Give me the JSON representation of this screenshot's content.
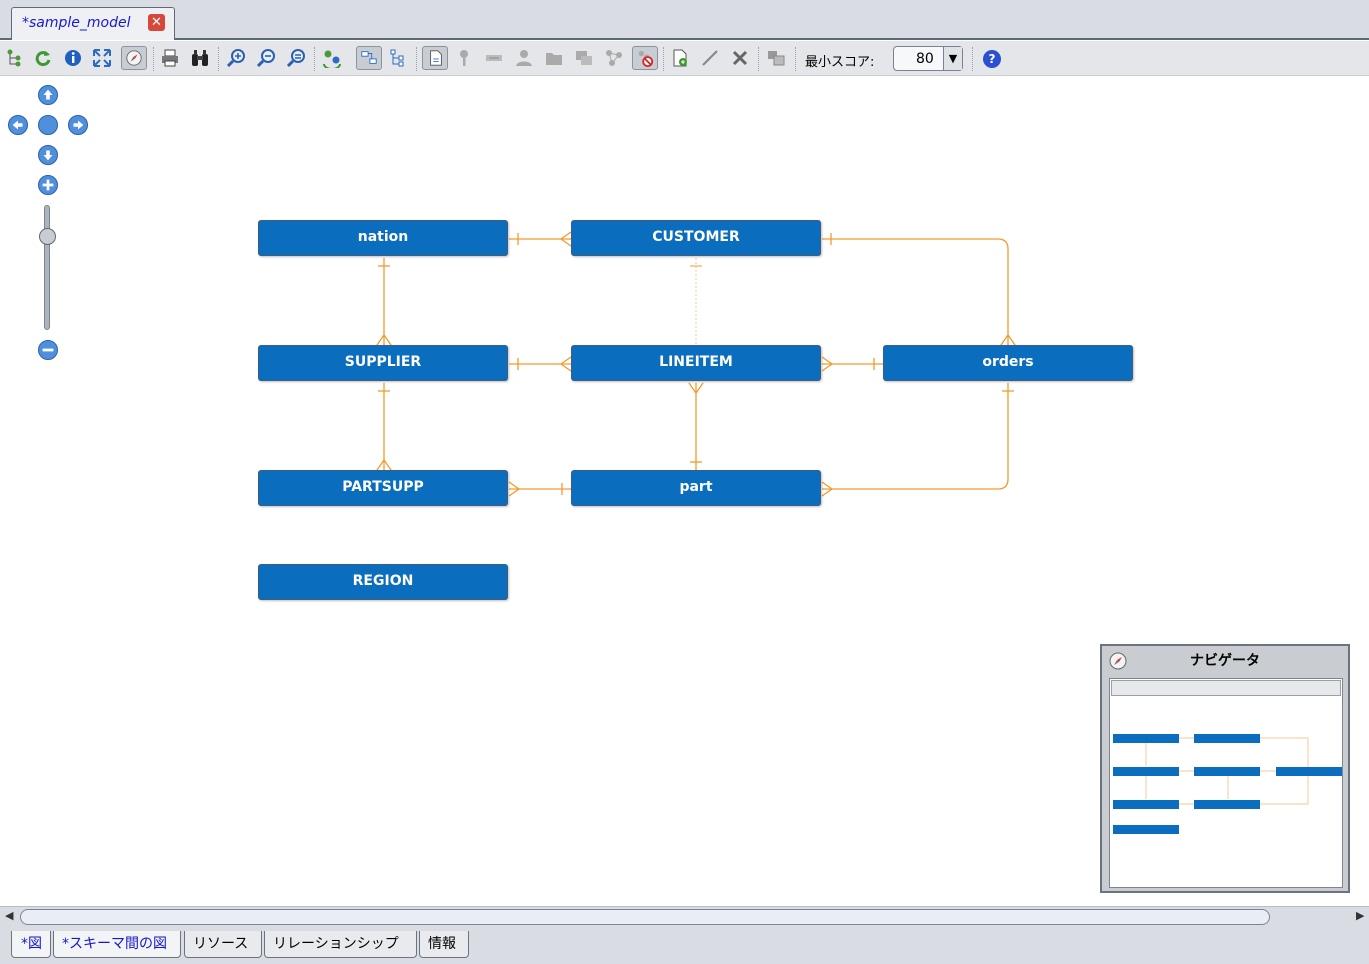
{
  "editor_tab": {
    "title": "*sample_model",
    "close_glyph": "✕"
  },
  "toolbar": {
    "min_score_label": "最小スコア:",
    "min_score_value": "80",
    "dropdown_arrow": "▼",
    "help_glyph": "?"
  },
  "entities": [
    {
      "id": "nation",
      "label": "nation"
    },
    {
      "id": "customer",
      "label": "CUSTOMER"
    },
    {
      "id": "supplier",
      "label": "SUPPLIER"
    },
    {
      "id": "lineitem",
      "label": "LINEITEM"
    },
    {
      "id": "orders",
      "label": "orders"
    },
    {
      "id": "partsupp",
      "label": "PARTSUPP"
    },
    {
      "id": "part",
      "label": "part"
    },
    {
      "id": "region",
      "label": "REGION"
    }
  ],
  "navigator": {
    "title": "ナビゲータ"
  },
  "scroll": {
    "left_arrow": "◀",
    "right_arrow": "▶"
  },
  "bottom_tabs": [
    {
      "label": "*図",
      "active": true
    },
    {
      "label": "*スキーマ間の図",
      "active": true
    },
    {
      "label": "リソース",
      "active": false
    },
    {
      "label": "リレーションシップ",
      "active": false
    },
    {
      "label": "情報",
      "active": false
    }
  ],
  "colors": {
    "entity_fill": "#0a6dbd",
    "relation_line": "#f39a2b",
    "accent_blue": "#4f8fdc"
  }
}
